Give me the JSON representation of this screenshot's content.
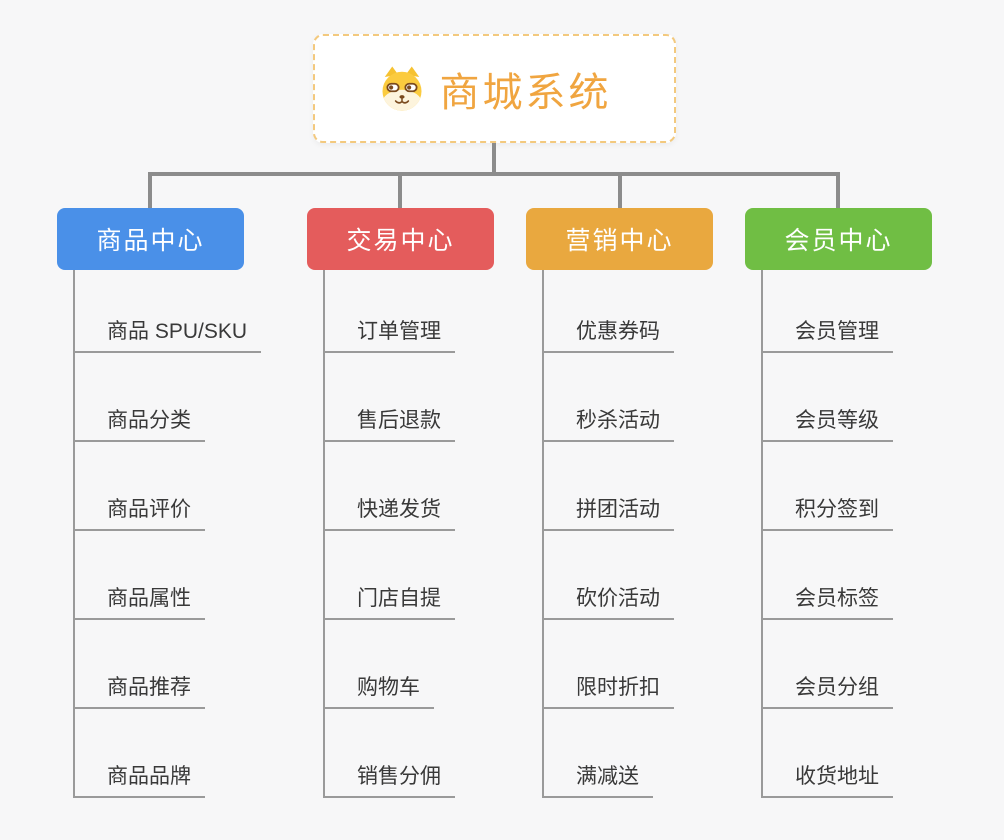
{
  "root": {
    "title": "商城系统",
    "icon": "shiba-dog-icon"
  },
  "theme": {
    "background": "#f7f7f8",
    "connector": "#8c8c8c",
    "root_border": "#f3c97e",
    "root_text": "#f0a540",
    "item_text": "#393939",
    "item_line": "#9a9a9a"
  },
  "branches": [
    {
      "label": "商品中心",
      "color": "#4a90e8",
      "items": [
        "商品 SPU/SKU",
        "商品分类",
        "商品评价",
        "商品属性",
        "商品推荐",
        "商品品牌"
      ]
    },
    {
      "label": "交易中心",
      "color": "#e45c5c",
      "items": [
        "订单管理",
        "售后退款",
        "快递发货",
        "门店自提",
        "购物车",
        "销售分佣"
      ]
    },
    {
      "label": "营销中心",
      "color": "#e9a83f",
      "items": [
        "优惠券码",
        "秒杀活动",
        "拼团活动",
        "砍价活动",
        "限时折扣",
        "满减送"
      ]
    },
    {
      "label": "会员中心",
      "color": "#70be44",
      "items": [
        "会员管理",
        "会员等级",
        "积分签到",
        "会员标签",
        "会员分组",
        "收货地址"
      ]
    }
  ]
}
